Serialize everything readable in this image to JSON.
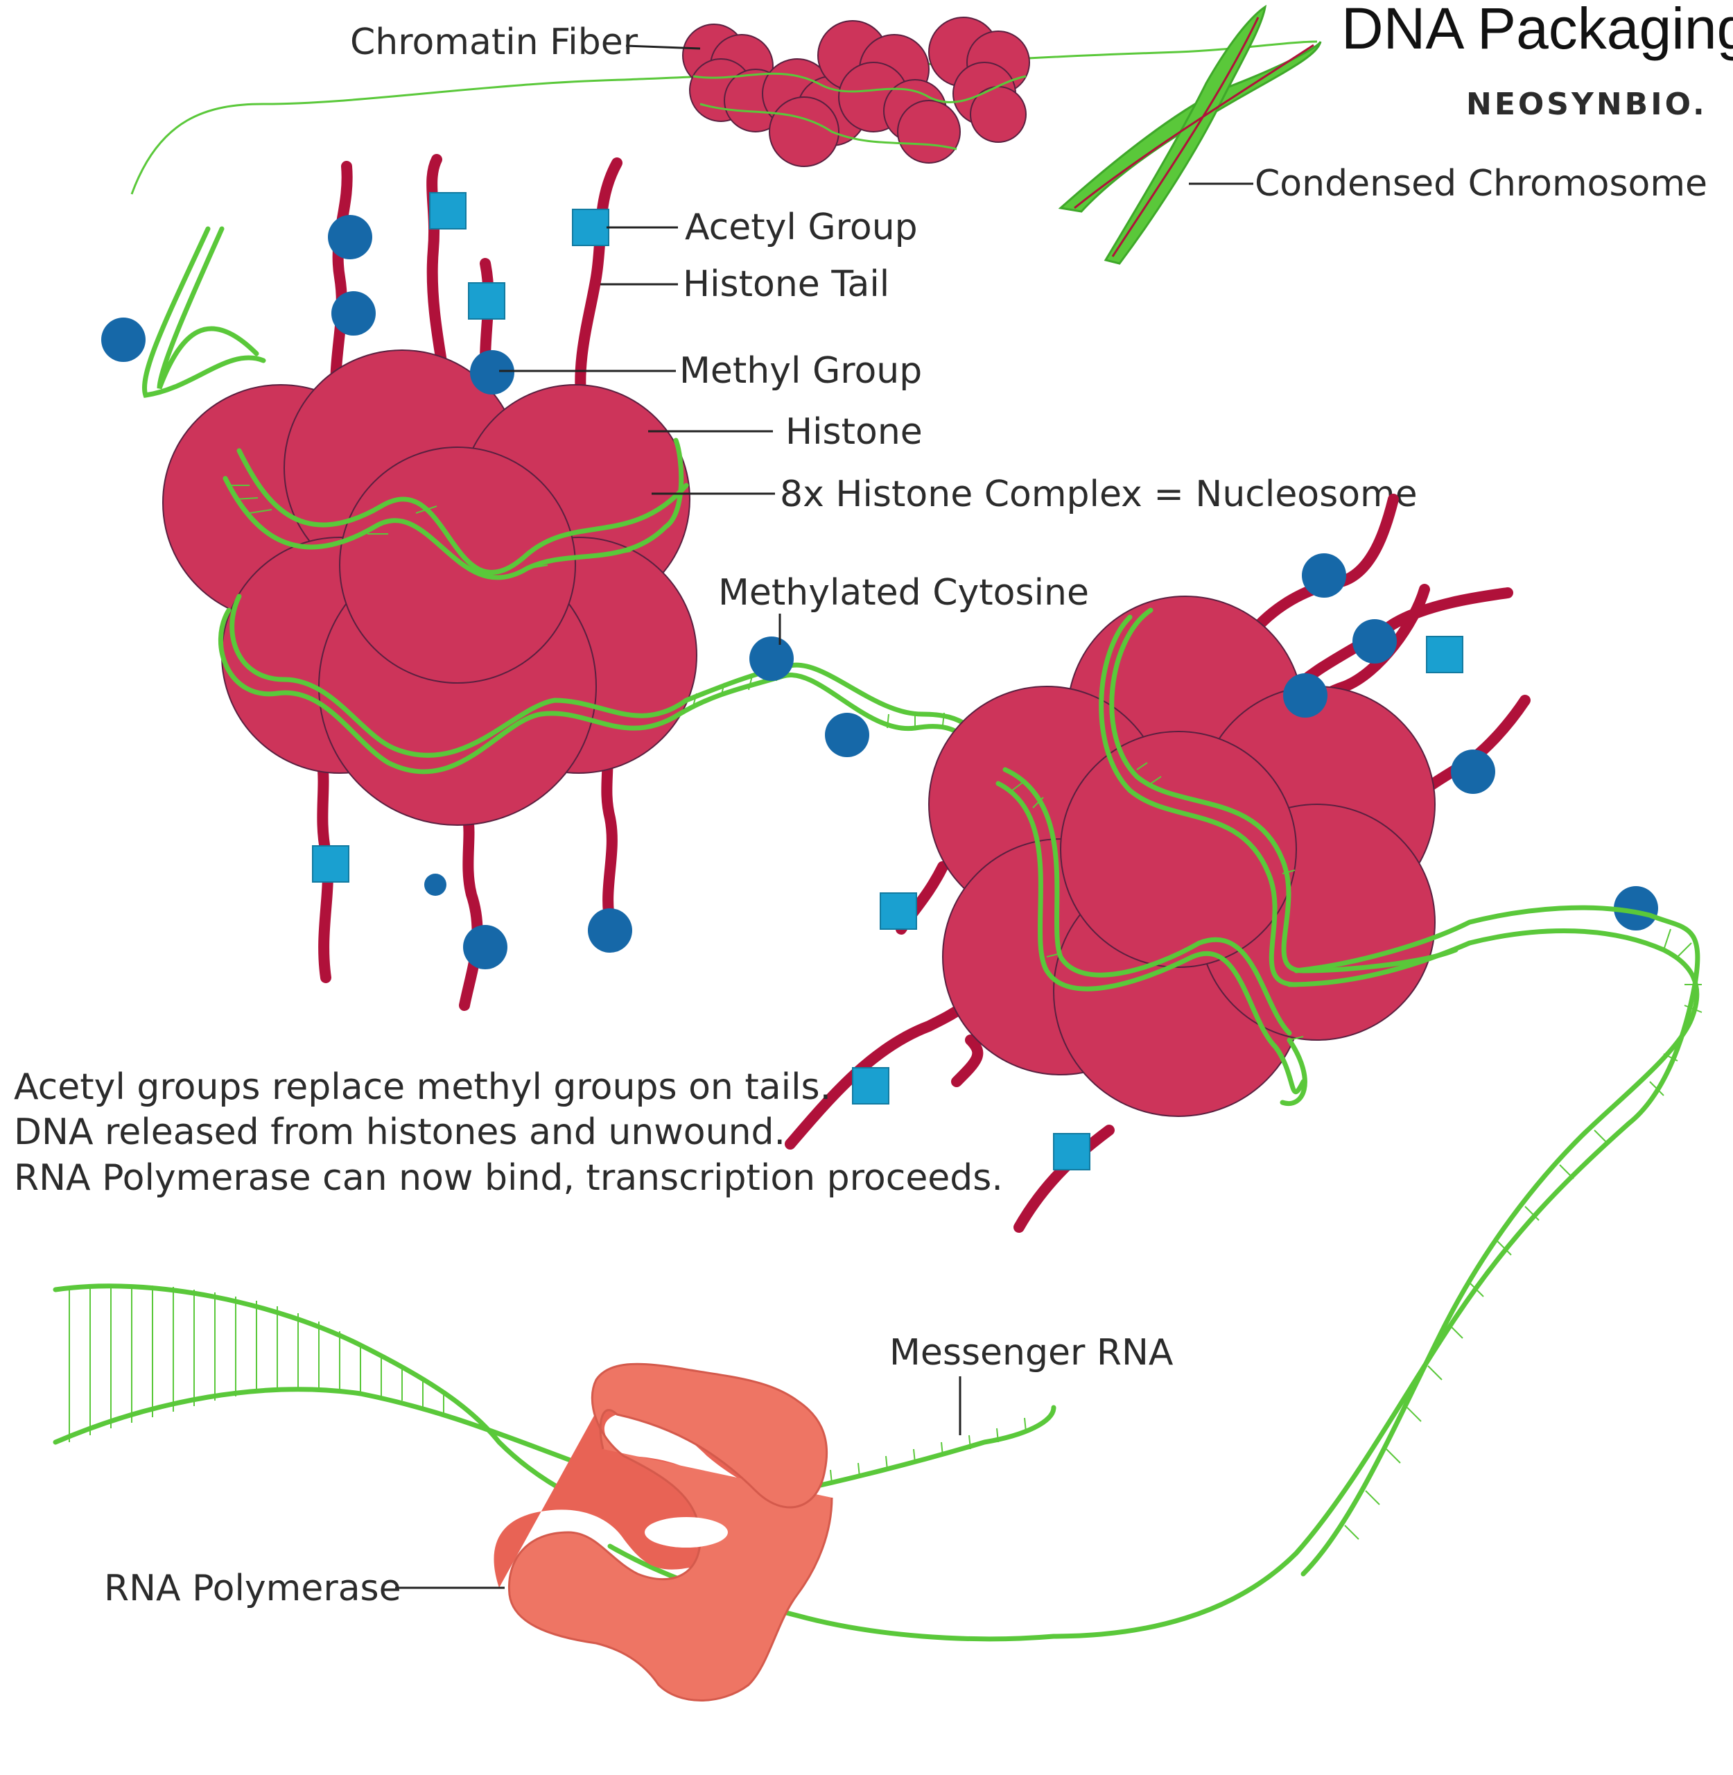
{
  "title": "DNA Packaging",
  "logo_text": "NEOSYNBIO.",
  "labels": {
    "chromatin_fiber": "Chromatin Fiber",
    "condensed_chromosome": "Condensed Chromosome",
    "acetyl_group": "Acetyl Group",
    "histone_tail": "Histone Tail",
    "methyl_group": "Methyl Group",
    "histone": "Histone",
    "nucleosome": "8x Histone Complex = Nucleosome",
    "methylated_cytosine": "Methylated Cytosine",
    "messenger_rna": "Messenger RNA",
    "rna_polymerase": "RNA Polymerase"
  },
  "description": {
    "line1": "Acetyl groups replace methyl groups on tails.",
    "line2": "DNA released from histones and unwound.",
    "line3": "RNA Polymerase can now bind, transcription proceeds."
  },
  "colors": {
    "dna": "#5ac83a",
    "histone": "#cd345a",
    "histone_tail": "#b0113a",
    "methyl": "#1668a8",
    "acetyl": "#1aa0d0",
    "rna_polymerase": "#ec6b5e"
  }
}
